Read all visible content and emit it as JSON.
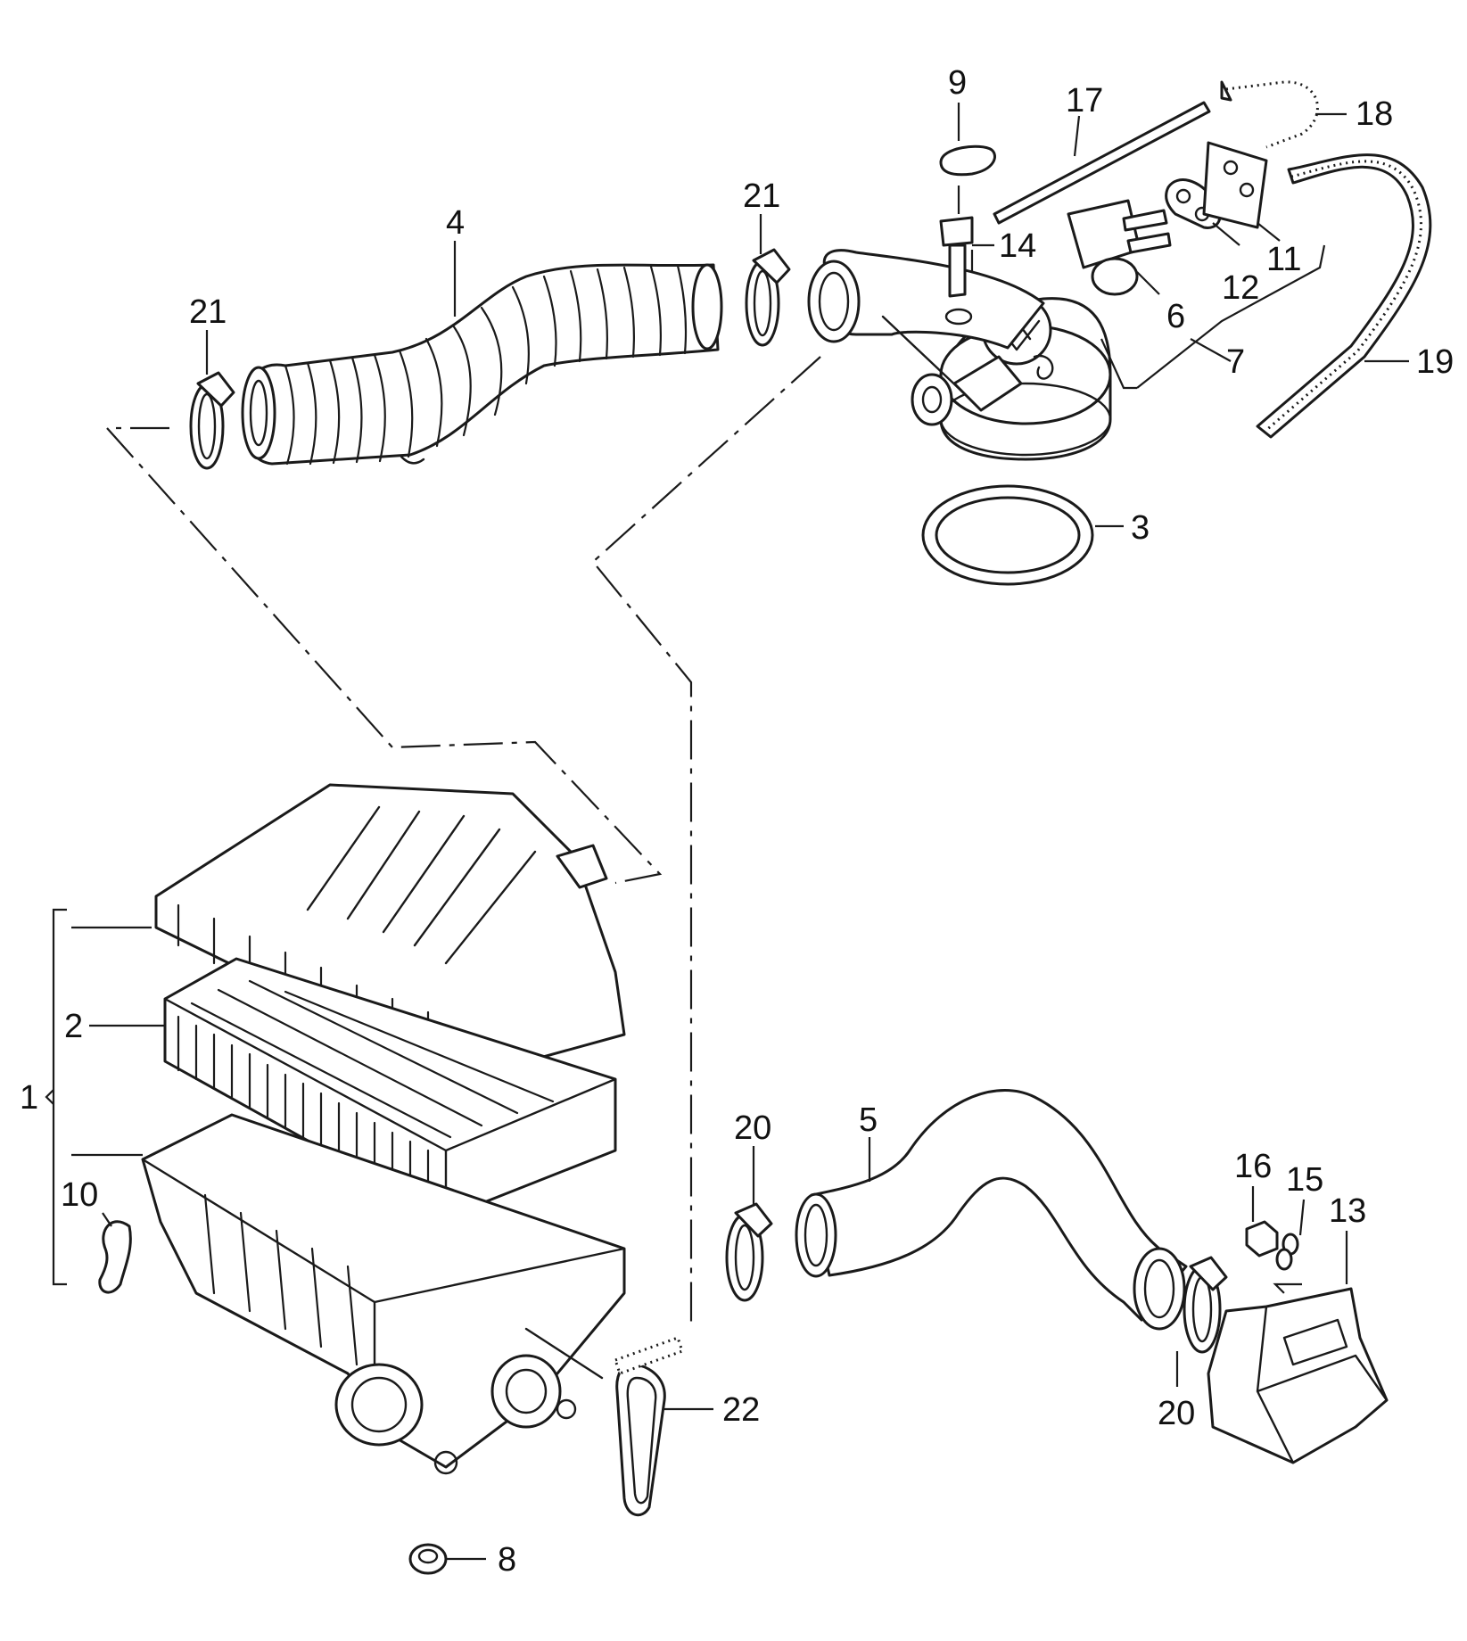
{
  "diagram": {
    "callouts": [
      {
        "id": "c1",
        "text": "1"
      },
      {
        "id": "c2",
        "text": "2"
      },
      {
        "id": "c3",
        "text": "3"
      },
      {
        "id": "c4",
        "text": "4"
      },
      {
        "id": "c5",
        "text": "5"
      },
      {
        "id": "c6",
        "text": "6"
      },
      {
        "id": "c7",
        "text": "7"
      },
      {
        "id": "c8",
        "text": "8"
      },
      {
        "id": "c9",
        "text": "9"
      },
      {
        "id": "c10",
        "text": "10"
      },
      {
        "id": "c11",
        "text": "11"
      },
      {
        "id": "c12",
        "text": "12"
      },
      {
        "id": "c13",
        "text": "13"
      },
      {
        "id": "c14",
        "text": "14"
      },
      {
        "id": "c15",
        "text": "15"
      },
      {
        "id": "c16",
        "text": "16"
      },
      {
        "id": "c17",
        "text": "17"
      },
      {
        "id": "c18",
        "text": "18"
      },
      {
        "id": "c19",
        "text": "19"
      },
      {
        "id": "c20a",
        "text": "20"
      },
      {
        "id": "c20b",
        "text": "20"
      },
      {
        "id": "c21a",
        "text": "21"
      },
      {
        "id": "c21b",
        "text": "21"
      },
      {
        "id": "c22",
        "text": "22"
      }
    ]
  }
}
